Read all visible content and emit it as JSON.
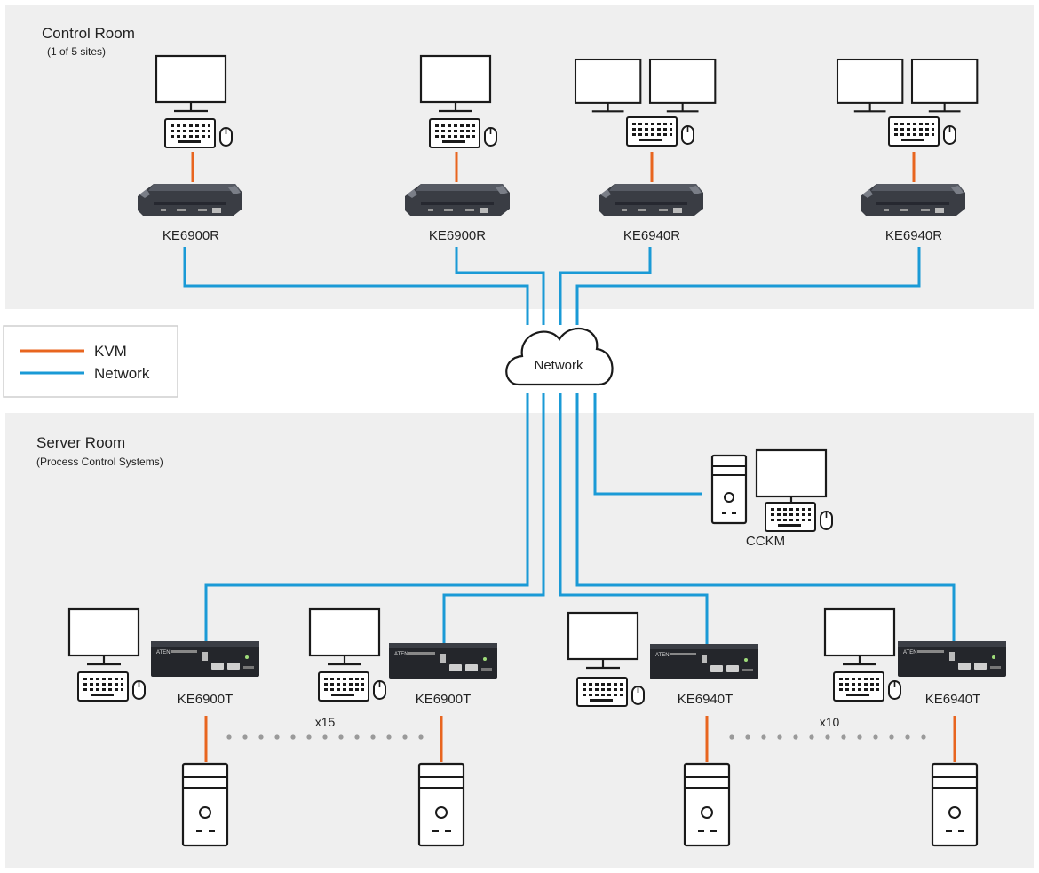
{
  "control_room": {
    "title": "Control Room",
    "subtitle": "(1 of 5 sites)"
  },
  "server_room": {
    "title": "Server Room",
    "subtitle": "(Process Control Systems)"
  },
  "legend": {
    "kvm": "KVM",
    "network": "Network"
  },
  "cloud_label": "Network",
  "receivers": [
    "KE6900R",
    "KE6900R",
    "KE6940R",
    "KE6940R"
  ],
  "transmitters": [
    "KE6900T",
    "KE6900T",
    "KE6940T",
    "KE6940T"
  ],
  "multipliers": [
    "x15",
    "x10"
  ],
  "cckm_label": "CCKM",
  "device_brand": "ATEN",
  "colors": {
    "kvm_line": "#e8651f",
    "network_line": "#1a9ad6",
    "panel_bg": "#efefef",
    "icon_stroke": "#1a1a1a",
    "dots": "#9a9a9a"
  }
}
